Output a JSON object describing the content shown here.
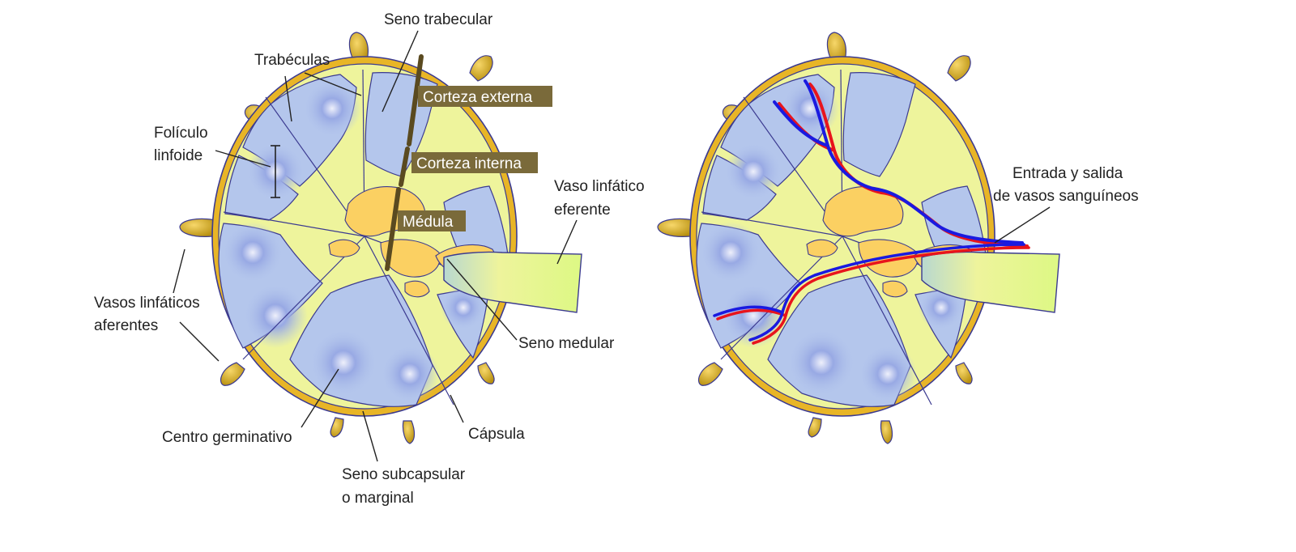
{
  "labels": {
    "seno_trabecular": "Seno trabecular",
    "trabeculas": "Trabéculas",
    "foliculo_1": "Folículo",
    "foliculo_2": "linfoide",
    "corteza_externa": "Corteza externa",
    "corteza_interna": "Corteza interna",
    "medula": "Médula",
    "vaso_eferente_1": "Vaso linfático",
    "vaso_eferente_2": "eferente",
    "vasos_aferentes_1": "Vasos linfáticos",
    "vasos_aferentes_2": "aferentes",
    "seno_medular": "Seno medular",
    "centro_germinativo": "Centro germinativo",
    "capsula": "Cápsula",
    "seno_subcapsular_1": "Seno subcapsular",
    "seno_subcapsular_2": "o marginal",
    "vasos_sanguineos_1": "Entrada y salida",
    "vasos_sanguineos_2": "de vasos sanguíneos"
  },
  "colors": {
    "capsule": "#e8b526",
    "sinus": "#eef49c",
    "cortex": "#b4c6ec",
    "follicle": "#7e92dc",
    "medulla": "#fbd062",
    "outline": "#3b3a90",
    "tag_bg": "#7a6a3a",
    "artery": "#e8141c",
    "vein": "#1a1ae0"
  }
}
